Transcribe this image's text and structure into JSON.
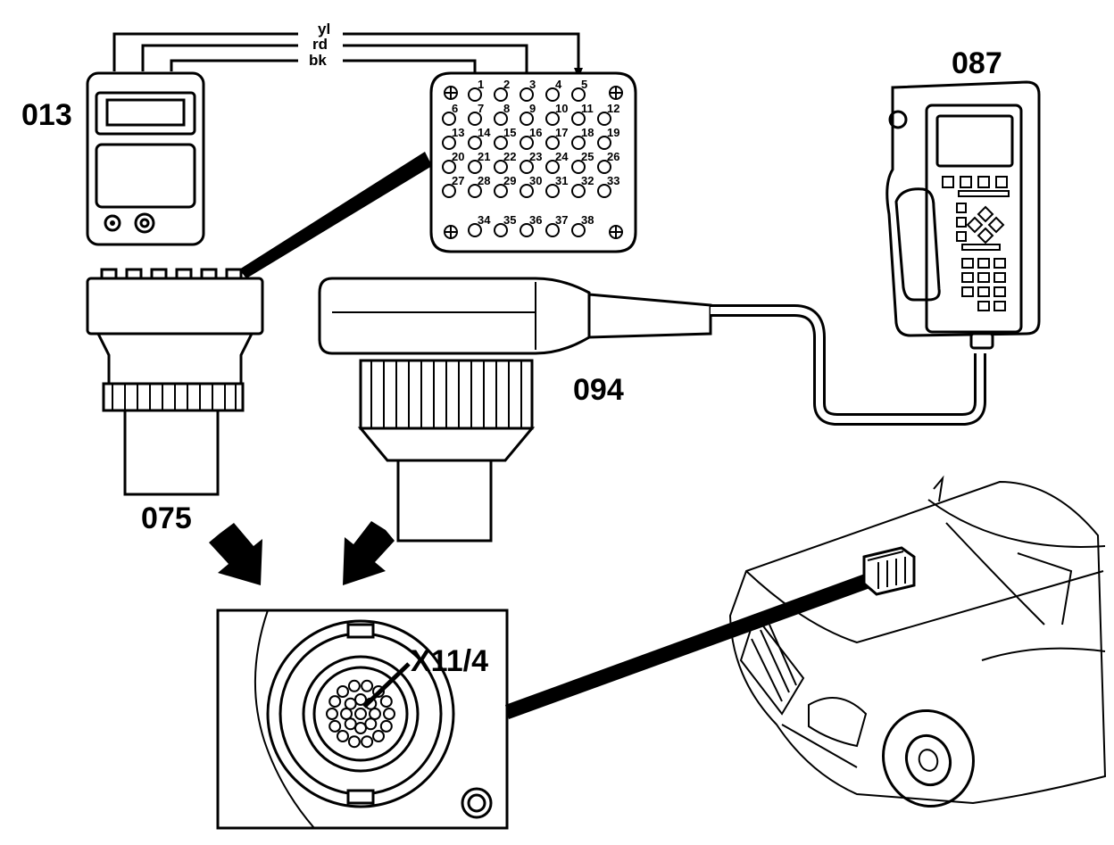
{
  "callouts": {
    "multimeter": "013",
    "adapter_75": "075",
    "adapter_94": "094",
    "hand_tester": "087",
    "socket": "X11/4"
  },
  "wires": {
    "yellow": "yl",
    "red": "rd",
    "black": "bk"
  },
  "pins": [
    "1",
    "2",
    "3",
    "4",
    "5",
    "6",
    "7",
    "8",
    "9",
    "10",
    "11",
    "12",
    "13",
    "14",
    "15",
    "16",
    "17",
    "18",
    "19",
    "20",
    "21",
    "22",
    "23",
    "24",
    "25",
    "26",
    "27",
    "28",
    "29",
    "30",
    "31",
    "32",
    "33",
    "34",
    "35",
    "36",
    "37",
    "38"
  ]
}
